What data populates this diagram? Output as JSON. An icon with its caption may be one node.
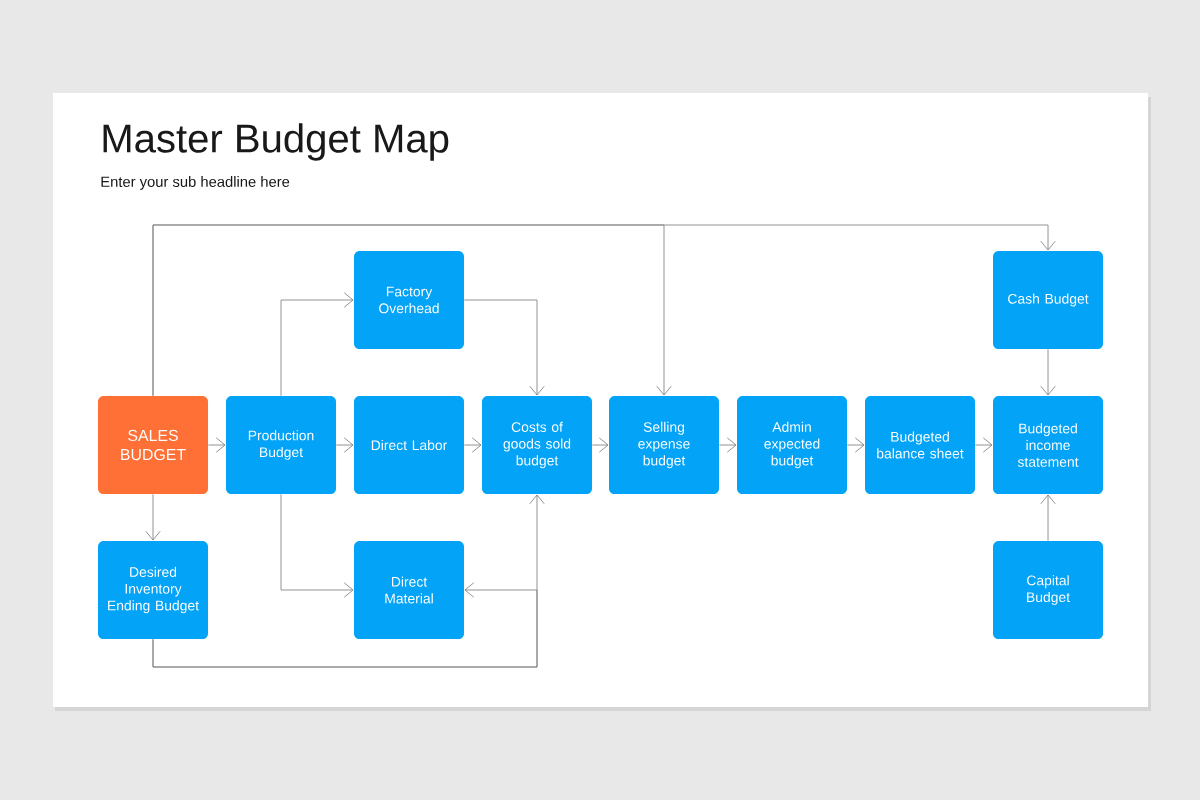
{
  "diagram": {
    "title": "Master Budget Map",
    "caption": "Enter your sub headline here",
    "nodes": [
      {
        "text": [
          "Factory Overhead"
        ]
      },
      {
        "text": [
          "Cash Budget"
        ]
      },
      {
        "text": [
          "SALES BUDGET"
        ]
      },
      {
        "text": [
          "Production Budget"
        ]
      },
      {
        "text": [
          "Direct Labor"
        ]
      },
      {
        "text": [
          "Costs of goods sold budget"
        ]
      },
      {
        "text": [
          "Selling expense budget"
        ]
      },
      {
        "text": [
          "Admin expected budget"
        ]
      },
      {
        "text": [
          "Budgeted balance sheet"
        ]
      },
      {
        "text": [
          "Budgeted income statement"
        ]
      },
      {
        "text": [
          "Desired Inventory Ending Budget"
        ]
      },
      {
        "text": [
          "Direct Material"
        ]
      },
      {
        "text": [
          "Capital Budget"
        ]
      }
    ],
    "edges": [
      {
        "from": 2,
        "to": 3,
        "arrow": "to"
      },
      {
        "from": 3,
        "to": 4,
        "arrow": "to"
      },
      {
        "from": 4,
        "to": 5,
        "arrow": "to"
      },
      {
        "from": 5,
        "to": 6,
        "arrow": "to"
      },
      {
        "from": 6,
        "to": 7,
        "arrow": "to"
      },
      {
        "from": 7,
        "to": 8,
        "arrow": "to"
      },
      {
        "from": 8,
        "to": 9,
        "arrow": "to"
      },
      {
        "from": 1,
        "to": 9,
        "arrow": "to"
      },
      {
        "from": 12,
        "to": 9,
        "arrow": "to"
      },
      {
        "from": 2,
        "to": 10,
        "arrow": "to"
      },
      {
        "from": 3,
        "to": 0,
        "arrow": "to"
      },
      {
        "from": 0,
        "to": 5,
        "arrow": "to"
      },
      {
        "from": 3,
        "to": 11,
        "arrow": "to"
      },
      {
        "from": 2,
        "to": 1,
        "arrow": "to"
      },
      {
        "from": 2,
        "to": 6,
        "arrow": "to"
      },
      {
        "from": 10,
        "to": 5,
        "arrow": "to"
      },
      {
        "from": 10,
        "to": 11,
        "arrow": "to"
      }
    ]
  }
}
